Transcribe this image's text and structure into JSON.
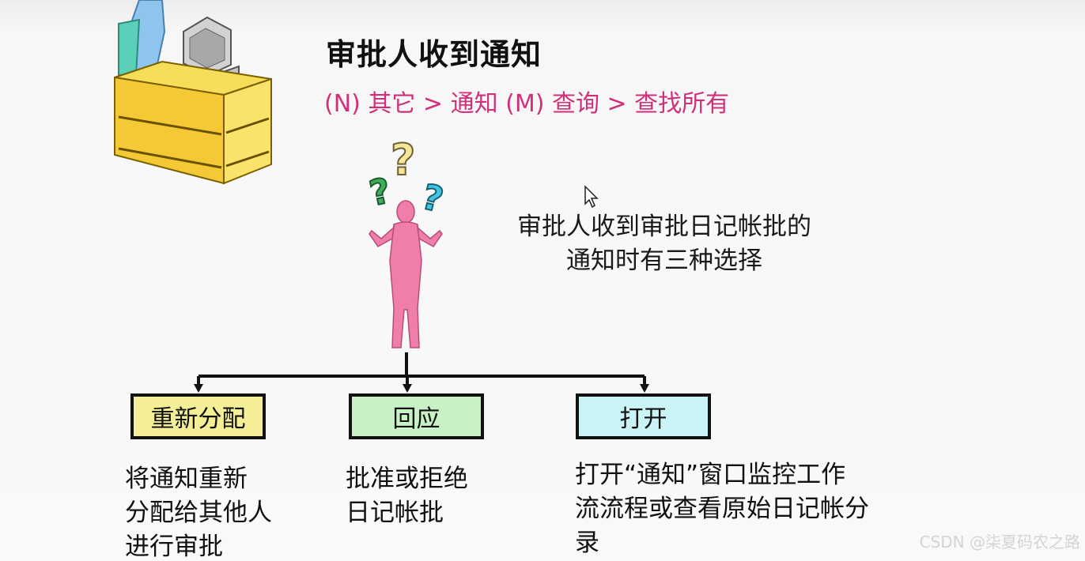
{
  "title": "审批人收到通知",
  "breadcrumb": "(N) 其它 > 通知 (M) 查询 > 查找所有",
  "description": [
    "审批人收到审批日记帐批的",
    "通知时有三种选择"
  ],
  "options": [
    {
      "label": "重新分配",
      "description": [
        "将通知重新",
        "分配给其他人",
        "进行审批"
      ],
      "color": "#f4ef96"
    },
    {
      "label": "回应",
      "description": [
        "批准或拒绝",
        "日记帐批"
      ],
      "color": "#c9f1c6"
    },
    {
      "label": "打开",
      "description": [
        "打开“通知”窗口监控工作",
        "流流程或查看原始日记帐分",
        "录"
      ],
      "color": "#c9f3f4"
    }
  ],
  "question_marks": [
    "?",
    "?",
    "?"
  ],
  "watermark": "CSDN @柒夏码农之路",
  "colors": {
    "breadcrumb": "#d0307a",
    "person": "#f07eaa",
    "desk": "#f5c935"
  }
}
